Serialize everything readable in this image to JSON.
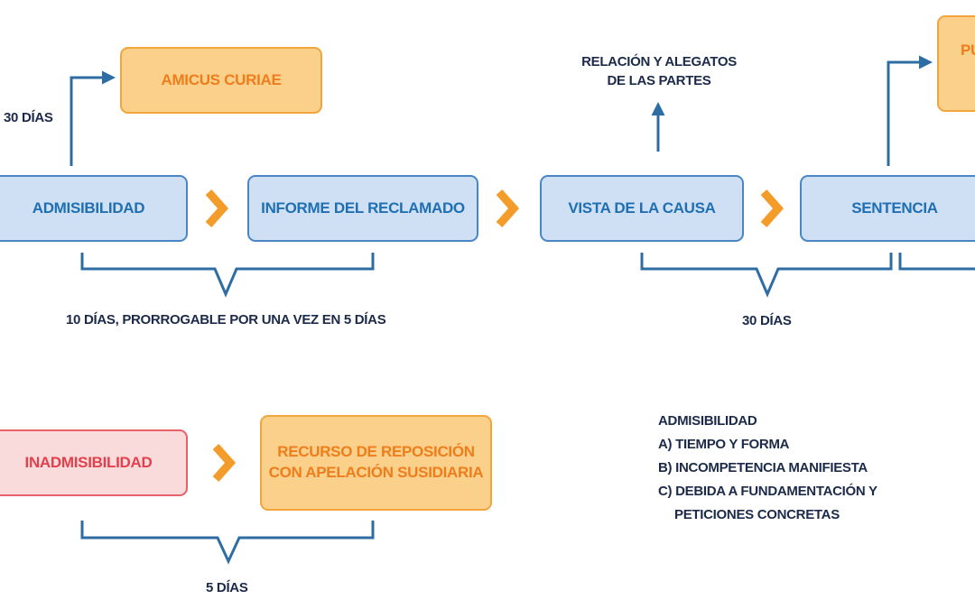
{
  "boxes": {
    "admisibilidad": "ADMISIBILIDAD",
    "informe": "INFORME DEL RECLAMADO",
    "vista": "VISTA DE LA CAUSA",
    "sentencia": "SENTENCIA",
    "amicus": "AMICUS CURIAE",
    "publicacion_partial": "PU",
    "inadmisibilidad": "INADMISIBILIDAD",
    "recurso": "RECURSO DE REPOSICIÓN\nCON APELACIÓN SUSIDIARIA"
  },
  "labels": {
    "amicus_days": "30 DÍAS",
    "relacion": "RELACIÓN Y ALEGATOS\nDE LAS PARTES",
    "informe_days": "10 DÍAS, PRORROGABLE POR UNA VEZ EN 5 DÍAS",
    "sentencia_days": "30 DÍAS",
    "recurso_days": "5 DÍAS"
  },
  "criteria": {
    "title": "ADMISIBILIDAD",
    "items": [
      "A) TIEMPO Y FORMA",
      "B) INCOMPETENCIA MANIFIESTA",
      "C) DEBIDA A FUNDAMENTACIÓN Y",
      "PETICIONES CONCRETAS"
    ]
  },
  "colors": {
    "blue_fill": "#cfe0f4",
    "blue_text": "#1f6fb3",
    "orange_fill": "#fbd08a",
    "orange_text": "#ee7d1c",
    "red_fill": "#fadbdc",
    "red_text": "#e2404c",
    "connector": "#2e6da4",
    "chevron": "#f39c2a"
  }
}
